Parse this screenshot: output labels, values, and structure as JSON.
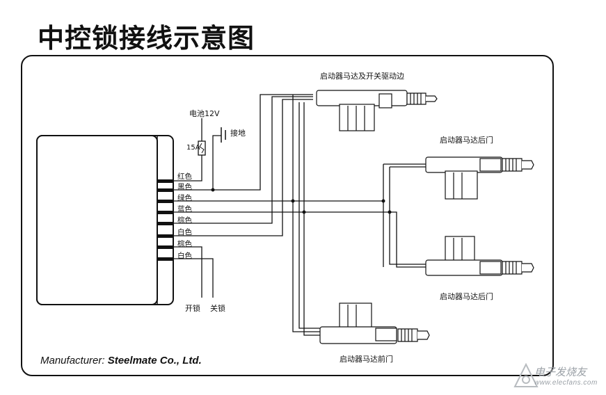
{
  "title": "中控锁接线示意图",
  "power": {
    "battery_label": "电池12V",
    "fuse_label": "15A",
    "ground_label": "接地"
  },
  "wire_colors": [
    "红色",
    "黑色",
    "绿色",
    "蓝色",
    "棕色",
    "白色",
    "棕色",
    "白色"
  ],
  "switch_labels": {
    "unlock": "开锁",
    "lock": "关锁"
  },
  "actuators": {
    "driver_master": "启动器马达及开关驱动边",
    "rear_door_1": "启动器马达后门",
    "rear_door_2": "启动器马达后门",
    "front_door": "启动器马达前门"
  },
  "manufacturer": {
    "prefix": "Manufacturer: ",
    "name": "Steelmate Co., Ltd."
  },
  "watermark": {
    "text": "电子发烧友",
    "url": "www.elecfans.com"
  }
}
